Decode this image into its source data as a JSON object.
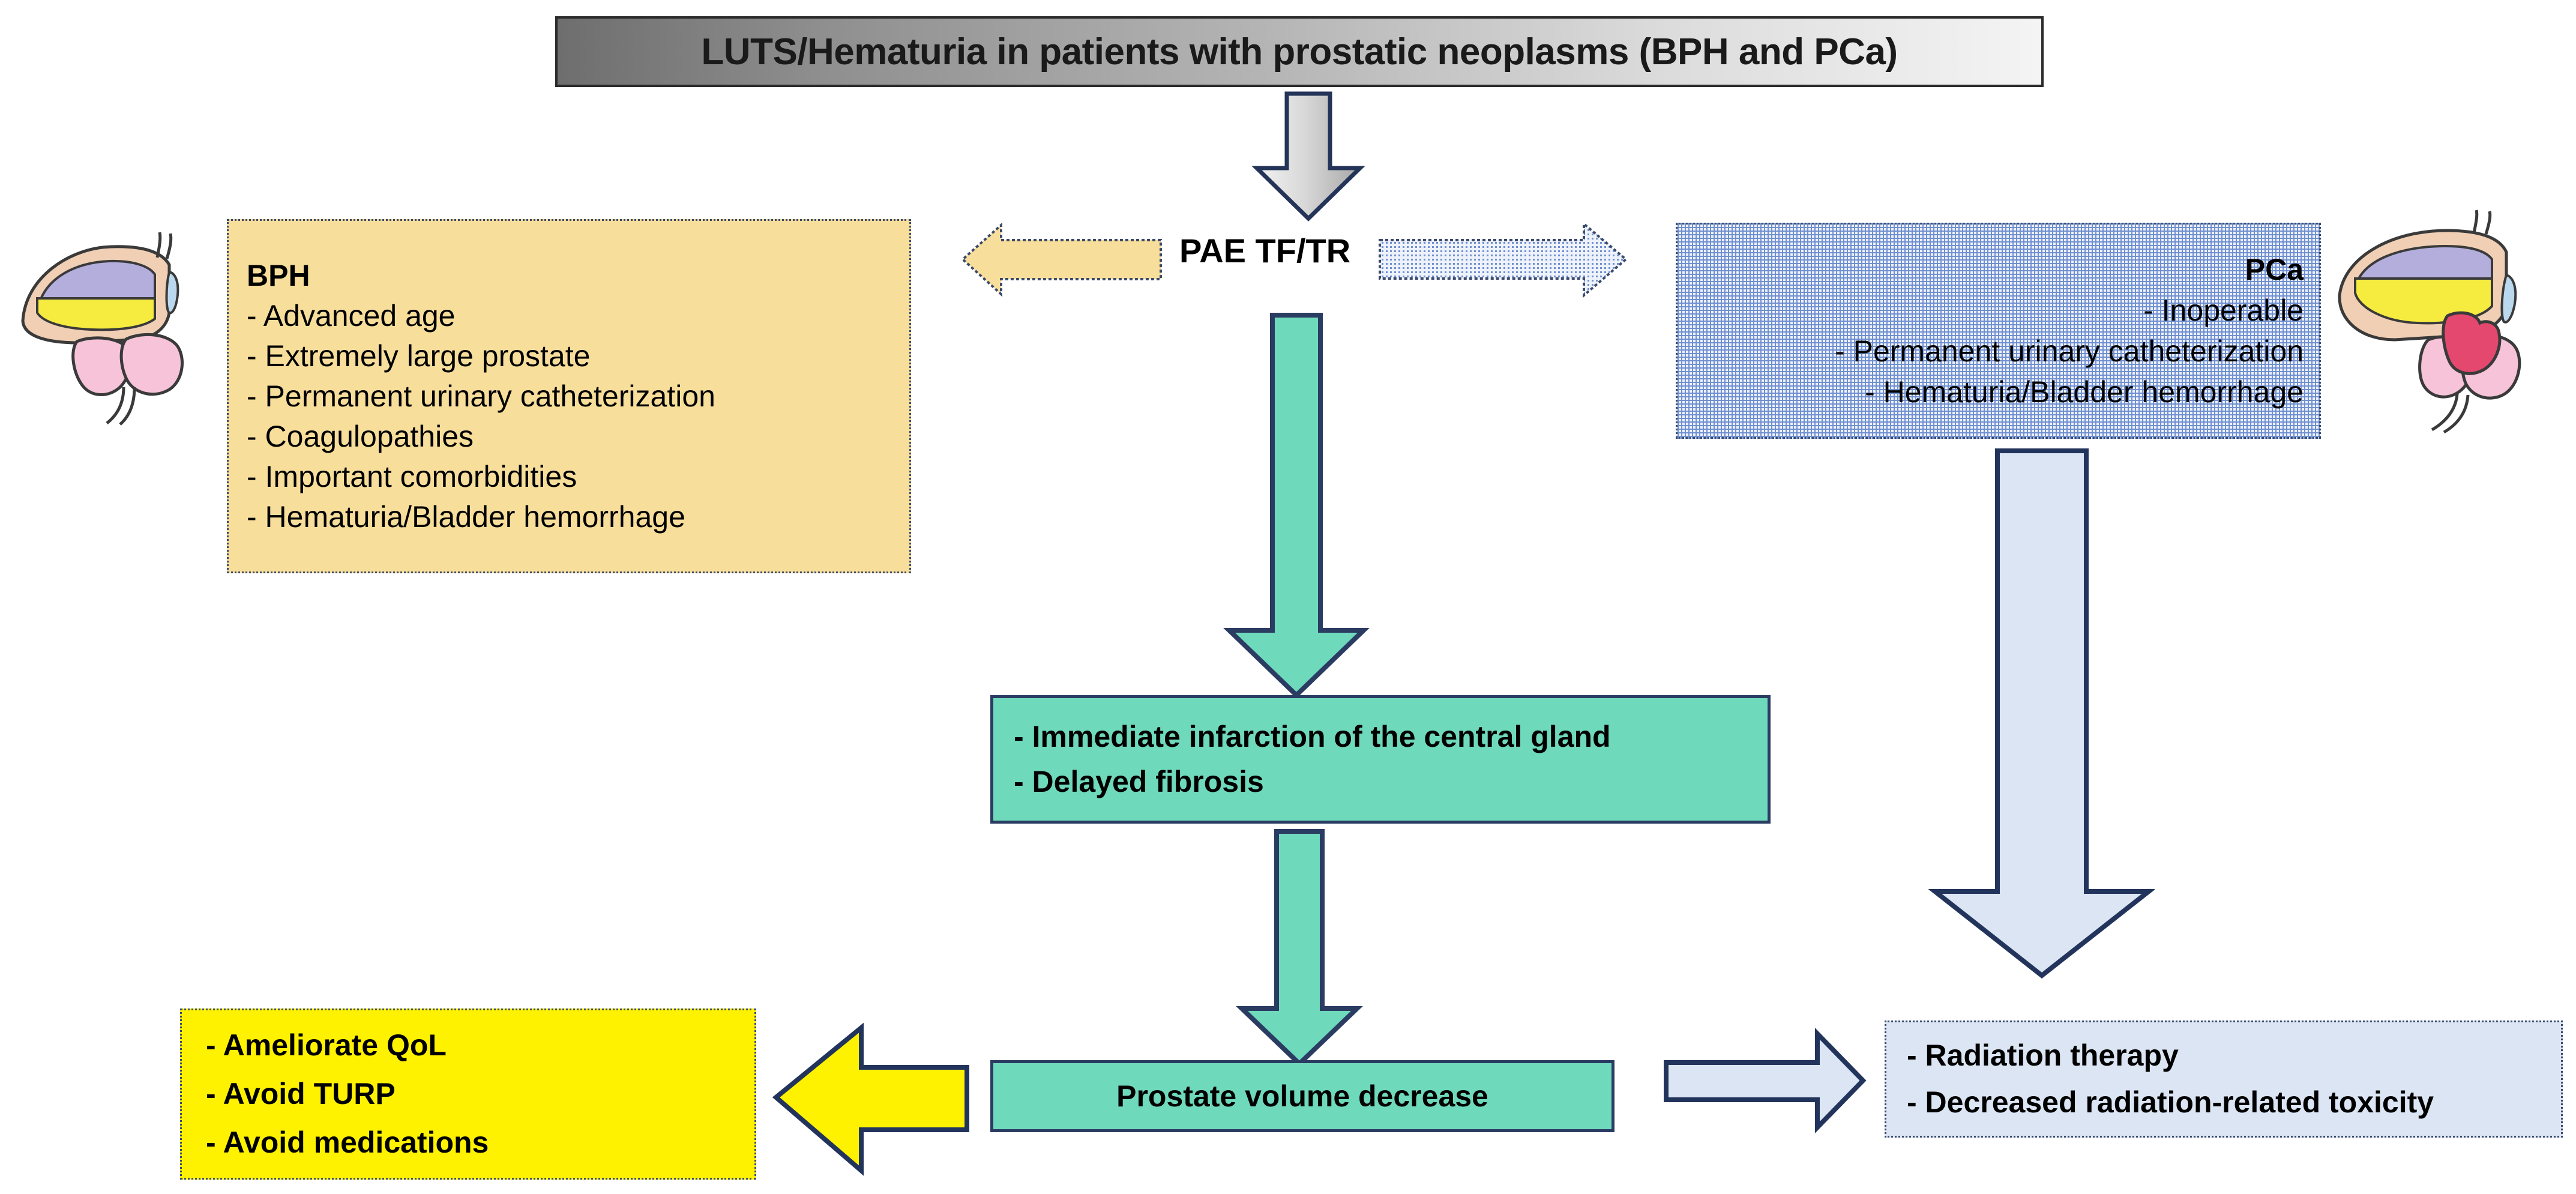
{
  "title": {
    "text": "LUTS/Hematuria in patients with prostatic neoplasms (BPH and PCa)"
  },
  "bph": {
    "heading": "BPH",
    "items": [
      "- Advanced age",
      "- Extremely large prostate",
      "- Permanent urinary catheterization",
      "- Coagulopathies",
      "- Important comorbidities",
      "- Hematuria/Bladder hemorrhage"
    ]
  },
  "pca": {
    "heading": "PCa",
    "items": [
      "- Inoperable",
      "- Permanent urinary catheterization",
      "- Hematuria/Bladder hemorrhage"
    ]
  },
  "procedure": {
    "label": "PAE TF/TR"
  },
  "infarction": {
    "items": [
      "- Immediate infarction of the central gland",
      "- Delayed fibrosis"
    ]
  },
  "volume": {
    "label": "Prostate volume decrease"
  },
  "qol": {
    "items": [
      "- Ameliorate QoL",
      "- Avoid TURP",
      "- Avoid medications"
    ]
  },
  "radiation": {
    "items": [
      "- Radiation therapy",
      "- Decreased radiation-related toxicity"
    ]
  },
  "colors": {
    "bph_fill": "#F7DE9B",
    "pca_fill": "#EEF2FB",
    "pca_pattern": "#6F8FD0",
    "teal": "#6FD9BC",
    "yellow": "#FFF200",
    "light_blue": "#DCE5F3",
    "arrow_stroke": "#2B3C63",
    "title_dark": "#6E6E6E",
    "title_light": "#F4F4F4"
  },
  "icons": {
    "top_arrow": "gray-down-arrow-icon",
    "left_arrow": "yellow-left-arrow-icon",
    "right_arrow": "blue-right-arrow-icon",
    "teal_arrow_upper": "teal-down-arrow-icon",
    "teal_arrow_lower": "teal-down-arrow-icon",
    "blue_down_arrow": "blue-down-arrow-icon",
    "yellow_left_arrow": "yellow-left-arrow-icon",
    "blue_right_arrow": "blue-right-arrow-icon",
    "prostate_bph": "prostate-bph-illustration-icon",
    "prostate_pca": "prostate-pca-illustration-icon"
  }
}
